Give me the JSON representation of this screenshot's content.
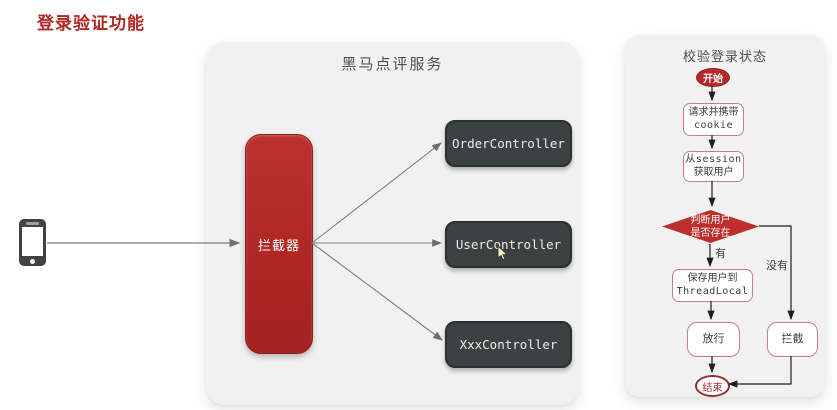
{
  "page": {
    "title": "登录验证功能"
  },
  "client": {
    "icon": "smartphone-icon"
  },
  "service": {
    "title": "黑马点评服务",
    "interceptor": "拦截器",
    "controllers": [
      {
        "label": "OrderController"
      },
      {
        "label": "UserController"
      },
      {
        "label": "XxxController"
      }
    ]
  },
  "flow": {
    "title": "校验登录状态",
    "start": "开始",
    "cookie_line1": "请求并携带",
    "cookie_line2": "cookie",
    "session_line1": "从session",
    "session_line2": "获取用户",
    "decision_line1": "判断用户",
    "decision_line2": "是否存在",
    "yes_label": "有",
    "no_label": "没有",
    "save_line1": "保存用户到",
    "save_line2": "ThreadLocal",
    "pass": "放行",
    "block": "拦截",
    "end": "结束"
  },
  "colors": {
    "accent_red": "#B02824",
    "interceptor_red": "#AE2723",
    "decision_red": "#BC2F2C",
    "dark_box": "#3B4241",
    "panel_bg": "#F1F1F2",
    "arrow_gray": "#7E7E7E",
    "arrow_dark": "#1E1E1E",
    "flow_box_border": "#C5817E"
  }
}
